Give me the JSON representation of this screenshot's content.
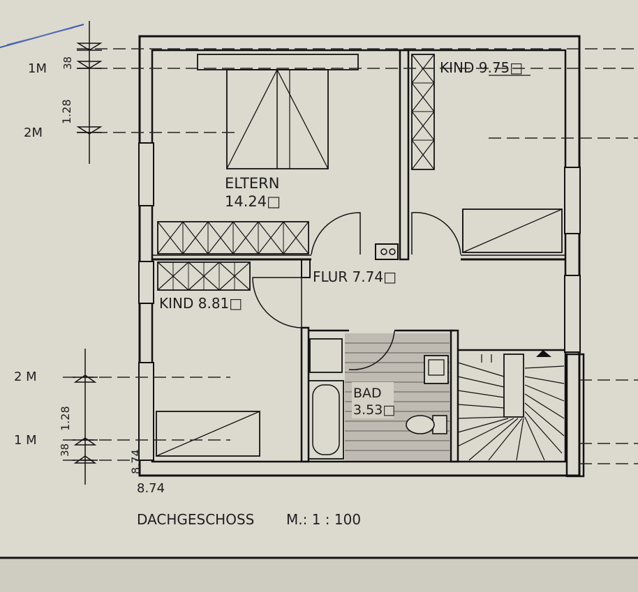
{
  "rooms": {
    "eltern_name": "ELTERN",
    "eltern_area": "14.24□",
    "kind1": "KIND 9.75□",
    "flur": "FLUR 7.74□",
    "kind2": "KIND 8.81□",
    "bad_name": "BAD",
    "bad_area": "3.53□"
  },
  "dimensions": {
    "top_1m": "1M",
    "top_38": "38",
    "top_128": "1.28",
    "top_2m": "2M",
    "bottom_2m": "2 M",
    "bottom_128": "1.28",
    "bottom_38": "38",
    "bottom_1m": "1 M",
    "right_874": "8.74",
    "bottom_874": "8.74"
  },
  "caption": {
    "title": "DACHGESCHOSS",
    "scale": "M.: 1 : 100"
  }
}
